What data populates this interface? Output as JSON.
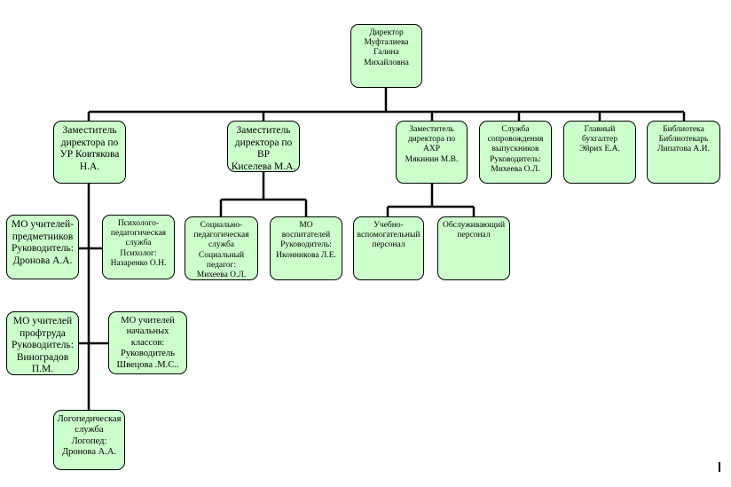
{
  "nodes": {
    "director": "Директор\nМуфталиева\nГалина\nМихайловна",
    "deputy_ur": "Заместитель\nдиректора по\nУР Ковтякова\nН.А.",
    "deputy_vr": "Заместитель\nдиректора по\nВР\nКиселева М.А.",
    "deputy_ahr": "Заместитель\nдиректора по\nАХР\nМякинин М.В.",
    "graduates_service": "Служба\nсопровождения\nвыпускников\nРуководитель:\nМихеева О.Л.",
    "chief_accountant": "Главный\nбухгалтер\nЭйрих Е.А.",
    "library": "Библиотека\nБиблиотекарь\nЛипатова А.И.",
    "mo_subject": "МО учителей-\nпредметников\nРуководитель:\nДронова А.А.",
    "psych_service": "Психолого-\nпедагогическая\nслужба\nПсихолог:\nНазаренко О.Н.",
    "social_service": "Социально-\nпедагогическая\nслужба\nСоциальный\nпедагог:\nМихеева О.Л.",
    "mo_educators": "МО\nвоспитателей\nРуководитель:\nИконникова Л.Е.",
    "teaching_support": "Учебно-\nвспомогательный\nперсонал",
    "service_staff": "Обслуживающий\nперсонал",
    "mo_labor": "МО учителей\nпрофтруда\nРуководитель:\nВиноградов\nП.М.",
    "mo_primary": "МО учителей\nначальных\nклассов:\nРуководитель\nШвецова .М.С..",
    "speech_service": "Логопедическая\nслужба\nЛогопед:\nДронова А.А."
  },
  "colors": {
    "box_fill": "#ccffcc",
    "line": "#000000"
  }
}
